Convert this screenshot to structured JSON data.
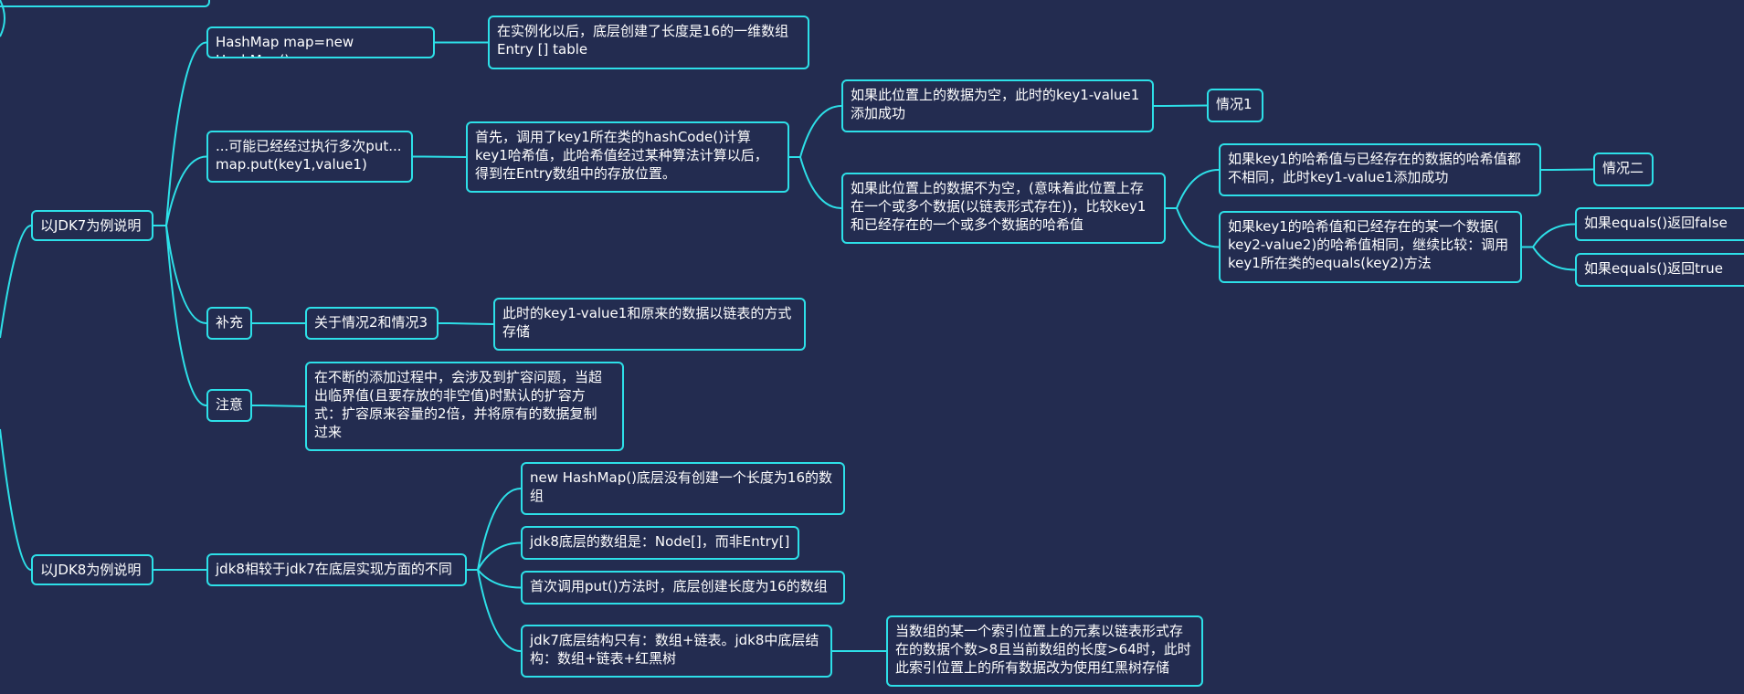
{
  "colors": {
    "background": "#232c50",
    "line": "#2de0e8",
    "text": "#ffffff"
  },
  "nodes": {
    "jdk7": "以JDK7为例说明",
    "jdk8": "以JDK8为例说明",
    "hashmap_new": "HashMap map=new HashMap()",
    "instantiate": "在实例化以后，底层创建了长度是16的一维数组\nEntry [] table",
    "put": "...可能已经经过执行多次put...\nmap.put(key1,value1)",
    "first": "首先，调用了key1所在类的hashCode()计算\nkey1哈希值，此哈希值经过某种算法计算以后，\n得到在Entry数组中的存放位置。",
    "empty": "如果此位置上的数据为空，此时的key1-value1\n添加成功",
    "case1": "情况1",
    "not_empty": "如果此位置上的数据不为空，(意味着此位置上存\n在一个或多个数据(以链表形式存在))，比较key1\n和已经存在的一个或多个数据的哈希值",
    "hash_diff": "如果key1的哈希值与已经存在的数据的哈希值都\n不相同，此时key1-value1添加成功",
    "case2": "情况二",
    "hash_same": "如果key1的哈希值和已经存在的某一个数据(\nkey2-value2)的哈希值相同，继续比较：调用\nkey1所在类的equals(key2)方法",
    "eq_false": "如果equals()返回false",
    "eq_true": "如果equals()返回true",
    "supplement": "补充",
    "case23": "关于情况2和情况3",
    "linked": "此时的key1-value1和原来的数据以链表的方式\n存储",
    "note": "注意",
    "expand": "在不断的添加过程中，会涉及到扩容问题，当超\n出临界值(且要存放的非空值)时默认的扩容方\n式：扩容原来容量的2倍，并将原有的数据复制\n过来",
    "jdk8_diff": "jdk8相较于jdk7在底层实现方面的不同",
    "d1": "new HashMap()底层没有创建一个长度为16的数\n组",
    "d2": "jdk8底层的数组是：Node[]，而非Entry[]",
    "d3": "首次调用put()方法时，底层创建长度为16的数组",
    "d4": "jdk7底层结构只有：数组+链表。jdk8中底层结\n构：数组+链表+红黑树",
    "d4_detail": "当数组的某一个索引位置上的元素以链表形式存\n在的数据个数>8且当前数组的长度>64时，此时\n此索引位置上的所有数据改为使用红黑树存储"
  }
}
